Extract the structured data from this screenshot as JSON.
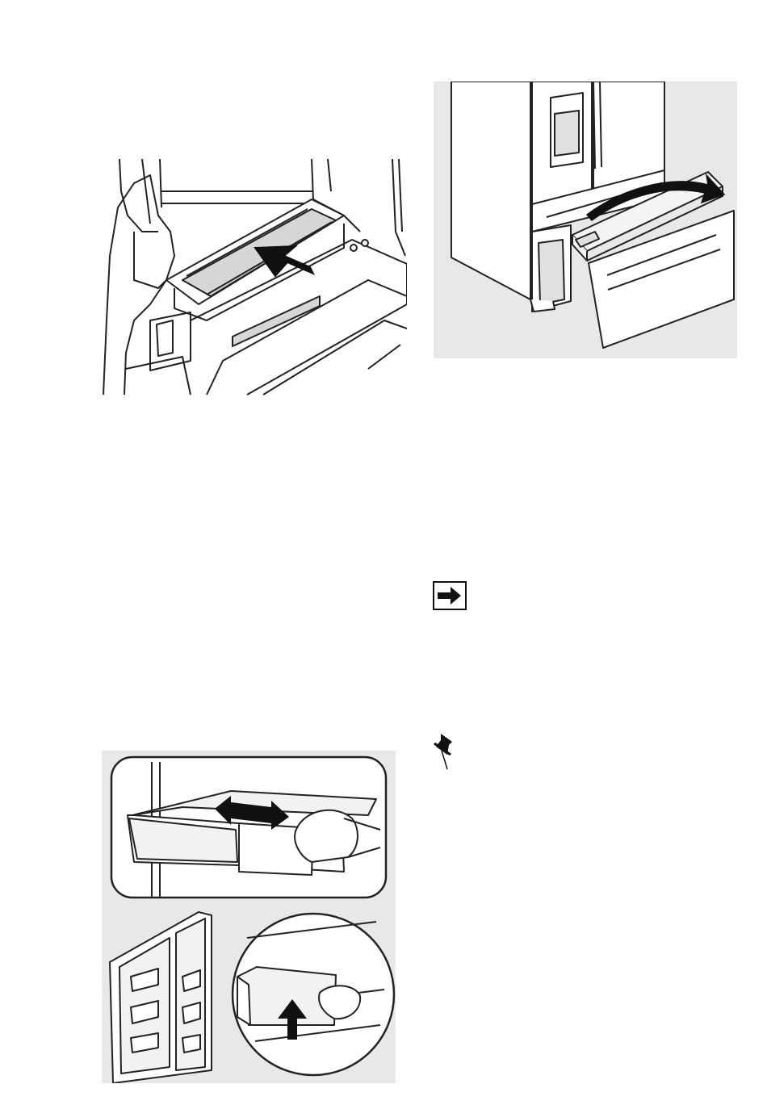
{
  "figures": [
    {
      "name": "crisper-drawer-cover-illustration",
      "icon": "arrow-push-icon"
    },
    {
      "name": "freezer-drawer-removal-illustration",
      "icon": "curved-arrow-icon"
    },
    {
      "name": "door-bin-adjustment-illustration",
      "icon": "double-arrow-icon"
    }
  ],
  "markers": {
    "important_icon": "right-arrow-icon",
    "note_icon": "pushpin-icon"
  },
  "colors": {
    "panel_bg": "#e8e8e8",
    "line": "#222222",
    "glass": "#d6d6d6"
  }
}
